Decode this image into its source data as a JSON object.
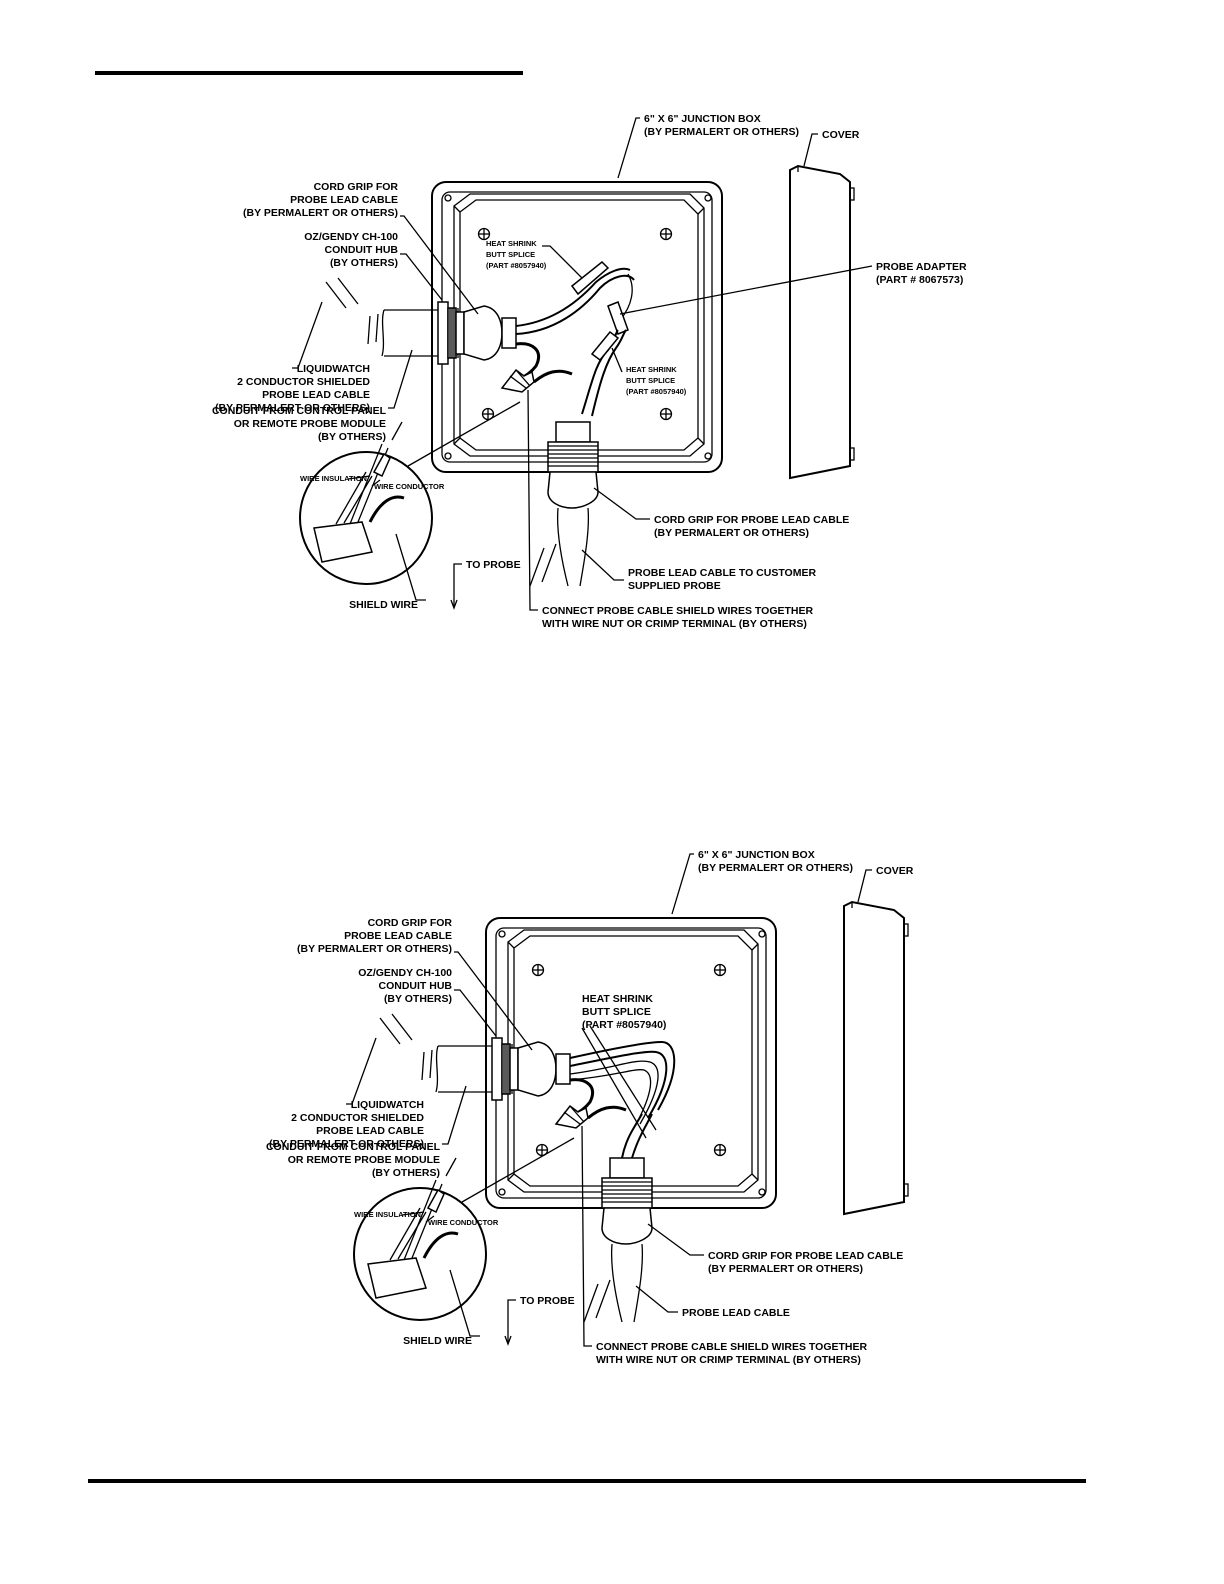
{
  "diagrams": [
    {
      "junction_box": [
        "6\" X 6\" JUNCTION BOX",
        "(BY PERMALERT OR OTHERS)"
      ],
      "cover": "COVER",
      "cord_grip_side": [
        "CORD GRIP FOR",
        "PROBE LEAD CABLE",
        "(BY PERMALERT OR OTHERS)"
      ],
      "conduit_hub": [
        "OZ/GENDY CH-100",
        "CONDUIT HUB",
        "(BY OTHERS)"
      ],
      "heat_shrink_top": [
        "HEAT SHRINK",
        "BUTT SPLICE",
        "(PART #8057940)"
      ],
      "probe_adapter": [
        "PROBE ADAPTER",
        "(PART # 8067573)"
      ],
      "heat_shrink_bottom": [
        "HEAT SHRINK",
        "BUTT SPLICE",
        "(PART #8057940)"
      ],
      "liquidwatch": [
        "LIQUIDWATCH",
        "2 CONDUCTOR SHIELDED",
        "PROBE LEAD CABLE",
        "(BY PERMALERT OR OTHERS)"
      ],
      "conduit": [
        "CONDUIT FROM CONTROL PANEL",
        "OR REMOTE PROBE MODULE",
        "(BY OTHERS)"
      ],
      "wire_insulation": "WIRE INSULATION",
      "wire_conductor": "WIRE CONDUCTOR",
      "cord_grip_bottom": [
        "CORD GRIP FOR PROBE LEAD CABLE",
        "(BY PERMALERT OR OTHERS)"
      ],
      "probe_lead": [
        "PROBE LEAD CABLE TO CUSTOMER",
        "SUPPLIED PROBE"
      ],
      "to_probe": "TO PROBE",
      "connect_shield": [
        "CONNECT PROBE CABLE SHIELD WIRES TOGETHER",
        "WITH WIRE NUT OR CRIMP TERMINAL (BY OTHERS)"
      ],
      "shield_wire": "SHIELD WIRE"
    },
    {
      "junction_box": [
        "6\" X 6\" JUNCTION BOX",
        "(BY PERMALERT OR OTHERS)"
      ],
      "cover": "COVER",
      "cord_grip_side": [
        "CORD GRIP FOR",
        "PROBE LEAD CABLE",
        "(BY PERMALERT OR OTHERS)"
      ],
      "conduit_hub": [
        "OZ/GENDY CH-100",
        "CONDUIT HUB",
        "(BY OTHERS)"
      ],
      "heat_shrink_top": [
        "HEAT SHRINK",
        "BUTT SPLICE",
        "(PART #8057940)"
      ],
      "liquidwatch": [
        "LIQUIDWATCH",
        "2 CONDUCTOR SHIELDED",
        "PROBE LEAD CABLE",
        "(BY PERMALERT OR OTHERS)"
      ],
      "conduit": [
        "CONDUIT FROM CONTROL PANEL",
        "OR REMOTE PROBE MODULE",
        "(BY OTHERS)"
      ],
      "wire_insulation": "WIRE INSULATION",
      "wire_conductor": "WIRE CONDUCTOR",
      "cord_grip_bottom": [
        "CORD GRIP FOR PROBE LEAD CABLE",
        "(BY PERMALERT OR OTHERS)"
      ],
      "probe_lead": [
        "PROBE LEAD CABLE"
      ],
      "to_probe": "TO PROBE",
      "connect_shield": [
        "CONNECT PROBE CABLE SHIELD WIRES TOGETHER",
        "WITH WIRE NUT OR CRIMP TERMINAL (BY OTHERS)"
      ],
      "shield_wire": "SHIELD WIRE"
    }
  ]
}
